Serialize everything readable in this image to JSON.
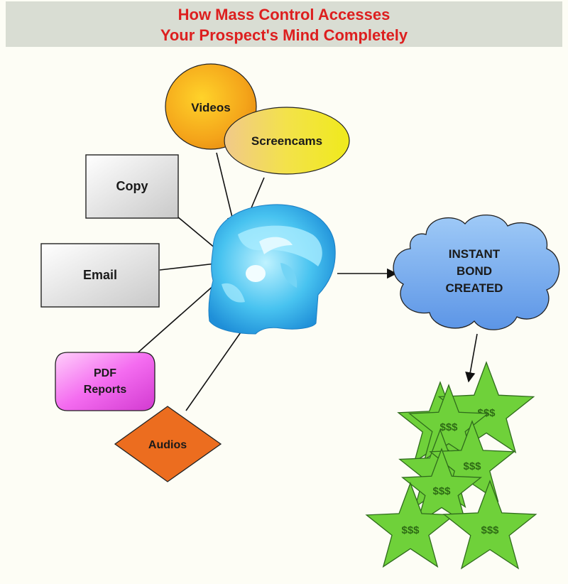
{
  "title": {
    "line1": "How Mass Control Accesses",
    "line2": "Your Prospect's Mind Completely",
    "color": "#dd1f1f",
    "band_color": "#d9ddd3"
  },
  "nodes": {
    "videos": "Videos",
    "screencams": "Screencams",
    "copy": "Copy",
    "email": "Email",
    "pdf_line1": "PDF",
    "pdf_line2": "Reports",
    "audios": "Audios",
    "cloud_line1": "INSTANT",
    "cloud_line2": "BOND",
    "cloud_line3": "CREATED"
  },
  "center": {
    "icon": "brain-head-icon"
  },
  "stars": {
    "label": "$$$",
    "count_labeled": 6,
    "color": "#6fd13a"
  }
}
